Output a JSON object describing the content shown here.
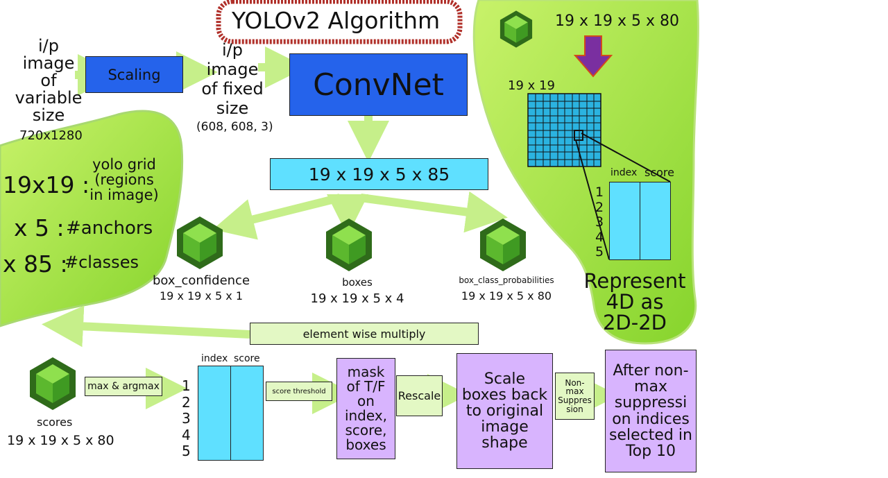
{
  "title": "YOLOv2 Algorithm",
  "input": {
    "label": "i/p image of variable size",
    "line1": "i/p",
    "line2": "image",
    "line3": "of",
    "line4": "variable",
    "line5": "size",
    "size": "720x1280"
  },
  "scaling_label": "Scaling",
  "fixed": {
    "line1": "i/p",
    "line2": "image",
    "line3": "of fixed",
    "line4": "size",
    "shape": "(608, 608, 3)"
  },
  "convnet_label": "ConvNet",
  "output_tensor": "19 x 19 x 5 x 85",
  "legend": {
    "r1_key": "19x19 :",
    "r1_desc_a": "yolo grid",
    "r1_desc_b": "(regions",
    "r1_desc_c": "in image)",
    "r2_key": "x 5 :",
    "r2_desc": "#anchors",
    "r3_key": "x 85 :",
    "r3_desc": "#classes"
  },
  "branches": [
    {
      "name": "box_confidence",
      "shape": "19 x 19 x 5 x 1"
    },
    {
      "name": "boxes",
      "shape": "19 x 19 x 5 x 4"
    },
    {
      "name": "box_class_probabilities",
      "shape": "19 x 19 x 5 x 80"
    }
  ],
  "element_wise": "element wise multiply",
  "scores": {
    "name": "scores",
    "shape": "19 x 19 x 5 x 80"
  },
  "max_argmax": "max & argmax",
  "table": {
    "index": "index",
    "score": "score",
    "rows": [
      "1",
      "2",
      "3",
      "4",
      "5"
    ]
  },
  "score_threshold": "score threshold",
  "mask_text": "mask of T/F on index, score, boxes",
  "rescale": "Rescale",
  "scale_back": "Scale boxes back to original image shape",
  "nms": "Non-max Suppres sion",
  "final": "After non-max suppressi on indices selected in Top 10",
  "right_panel": {
    "tensor": "19 x 19 x 5 x 80",
    "grid_label": "19 x 19",
    "index": "index",
    "score": "score",
    "rows": [
      "1",
      "2",
      "3",
      "4",
      "5"
    ],
    "represent_a": "Represent",
    "represent_b": "4D as",
    "represent_c": "2D-2D"
  },
  "colors": {
    "blue": "#2563eb",
    "cyan": "#5fe0ff",
    "lime": "#9be03a",
    "pale_green": "#e3f8c4",
    "lavender": "#d8b4fe",
    "cube": "#5cb82e",
    "arrow": "#c6ef8a",
    "title_frame": "#b0302a"
  }
}
